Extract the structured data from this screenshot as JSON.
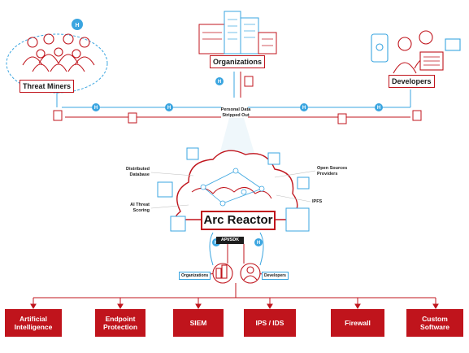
{
  "colors": {
    "accent_red": "#c0141c",
    "accent_blue": "#3aa5e0",
    "dark": "#1d1d1d"
  },
  "top_groups": {
    "threat_miners": "Threat Miners",
    "organizations": "Organizations",
    "developers": "Developers"
  },
  "center": {
    "personal_data_line1": "Personal Data",
    "personal_data_line2": "Stripped Out"
  },
  "cloud_labels": {
    "distributed_db_line1": "Distributed",
    "distributed_db_line2": "Database",
    "ai_threat_line1": "AI Threat",
    "ai_threat_line2": "Scoring",
    "open_sources_line1": "Open Sources",
    "open_sources_line2": "Providers",
    "ipfs": "IPFS"
  },
  "core": {
    "title": "Arc Reactor",
    "api": "API/SDK"
  },
  "consumers": {
    "organizations": "Organizations",
    "developers": "Developers"
  },
  "products": [
    {
      "line1": "Artificial",
      "line2": "Intelligence"
    },
    {
      "line1": "Endpoint",
      "line2": "Protection"
    },
    {
      "line1": "SIEM",
      "line2": ""
    },
    {
      "line1": "IPS / IDS",
      "line2": ""
    },
    {
      "line1": "Firewall",
      "line2": ""
    },
    {
      "line1": "Custom",
      "line2": "Software"
    }
  ],
  "icons": {
    "token_h": "H",
    "doc_badge": "PDx",
    "top_badge": "H"
  }
}
